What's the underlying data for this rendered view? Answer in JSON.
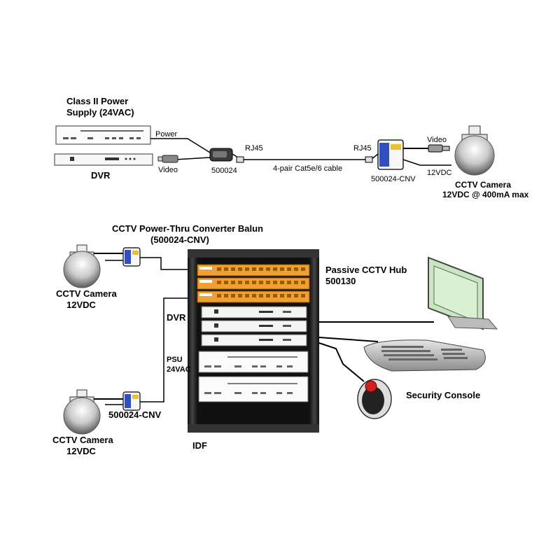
{
  "top": {
    "power_supply_title_1": "Class II Power",
    "power_supply_title_2": "Supply (24VAC)",
    "dvr_label": "DVR",
    "power_label": "Power",
    "video_label_left": "Video",
    "adapter_part": "500024",
    "rj45_left": "RJ45",
    "rj45_right": "RJ45",
    "cable_label": "4-pair Cat5e/6 cable",
    "balun_part": "500024-CNV",
    "video_label_right": "Video",
    "volt_label": "12VDC",
    "camera_title": "CCTV Camera",
    "camera_spec": "12VDC @ 400mA max"
  },
  "bottom": {
    "balun_title_1": "CCTV Power-Thru Converter Balun",
    "balun_title_2": "(500024-CNV)",
    "camera1_title": "CCTV Camera",
    "camera1_spec": "12VDC",
    "hub_title": "Passive CCTV Hub",
    "hub_part": "500130",
    "dvr_label": "DVR",
    "psu_label_1": "PSU",
    "psu_label_2": "24VAC",
    "balun2_part": "500024-CNV",
    "camera2_title": "CCTV Camera",
    "camera2_spec": "12VDC",
    "idf_label": "IDF",
    "console_label": "Security Console"
  },
  "colors": {
    "patch_panel": "#f0a030",
    "balun_blue": "#3050c0",
    "monitor_green": "#c8e6c0",
    "rack": "#2a2a2a"
  }
}
